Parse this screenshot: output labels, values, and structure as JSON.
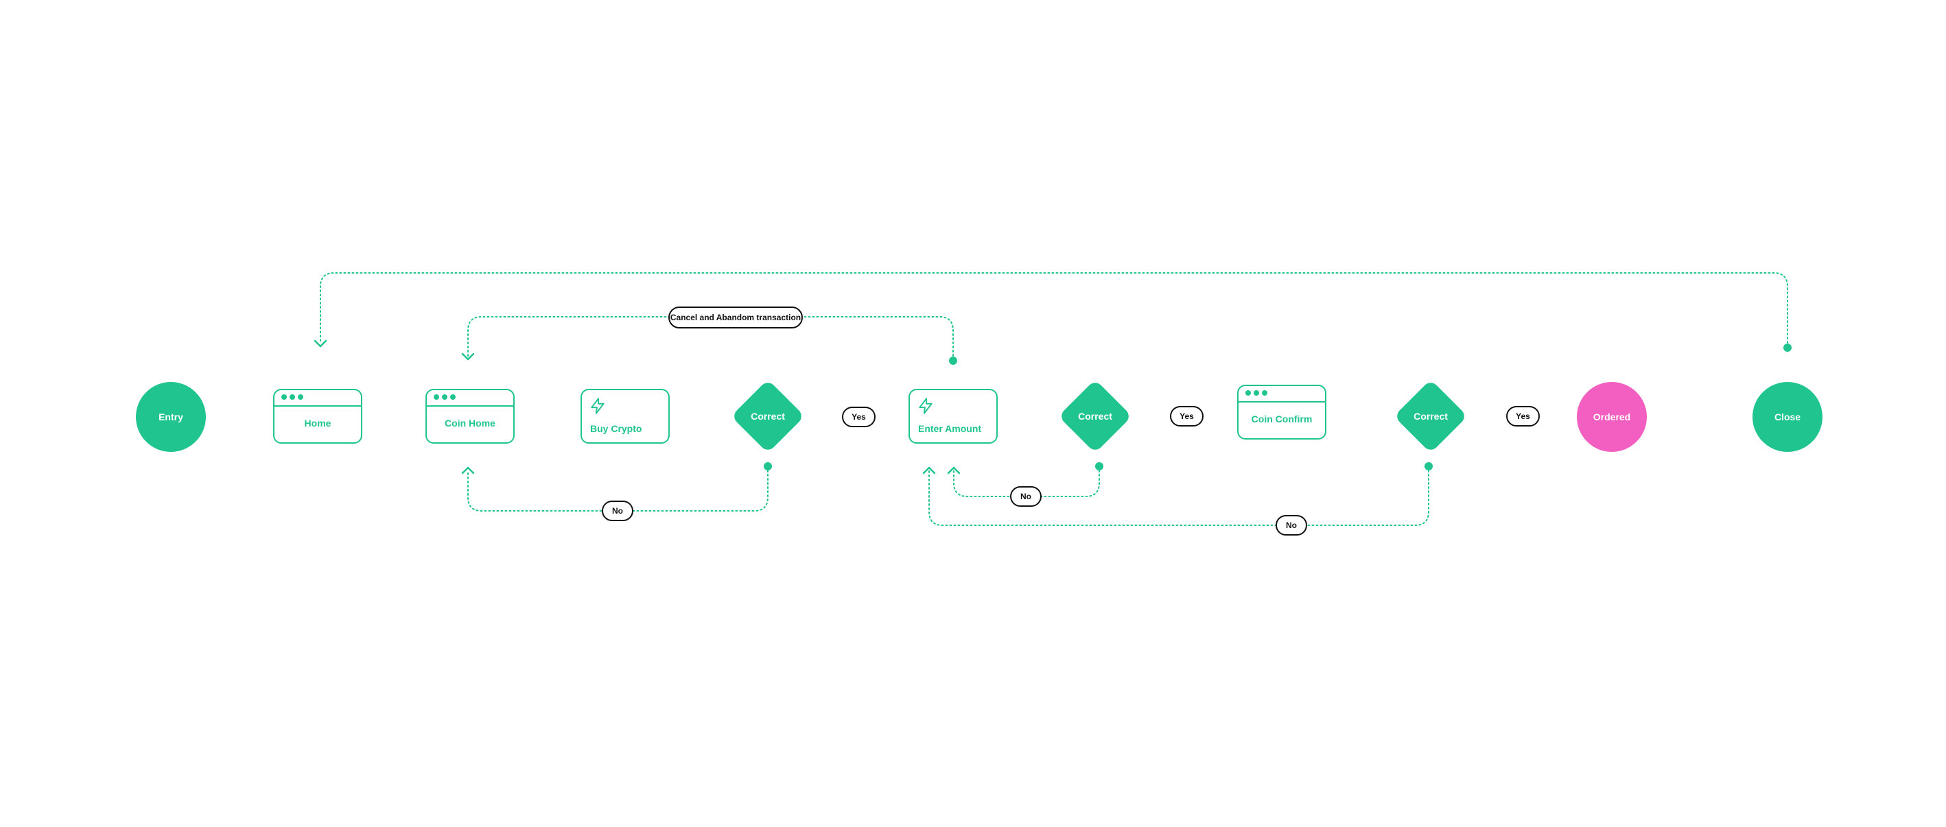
{
  "colors": {
    "accent": "#1fc48e",
    "terminal": "#f35fc1",
    "label_border": "#111111",
    "background": "#ffffff"
  },
  "nodes": {
    "entry": "Entry",
    "home": "Home",
    "coin_home": "Coin Home",
    "buy_crypto": "Buy Crypto",
    "correct_1": "Correct",
    "enter_amount": "Enter Amount",
    "correct_2": "Correct",
    "coin_confirm": "Coin Confirm",
    "correct_3": "Correct",
    "ordered": "Ordered",
    "close": "Close"
  },
  "edge_labels": {
    "yes_1": "Yes",
    "yes_2": "Yes",
    "yes_3": "Yes",
    "no_1": "No",
    "no_2": "No",
    "no_3": "No",
    "cancel": "Cancel and Abandom transaction"
  },
  "icons": {
    "window_dots": "window-dots-icon",
    "action": "lightning-bolt-icon"
  }
}
